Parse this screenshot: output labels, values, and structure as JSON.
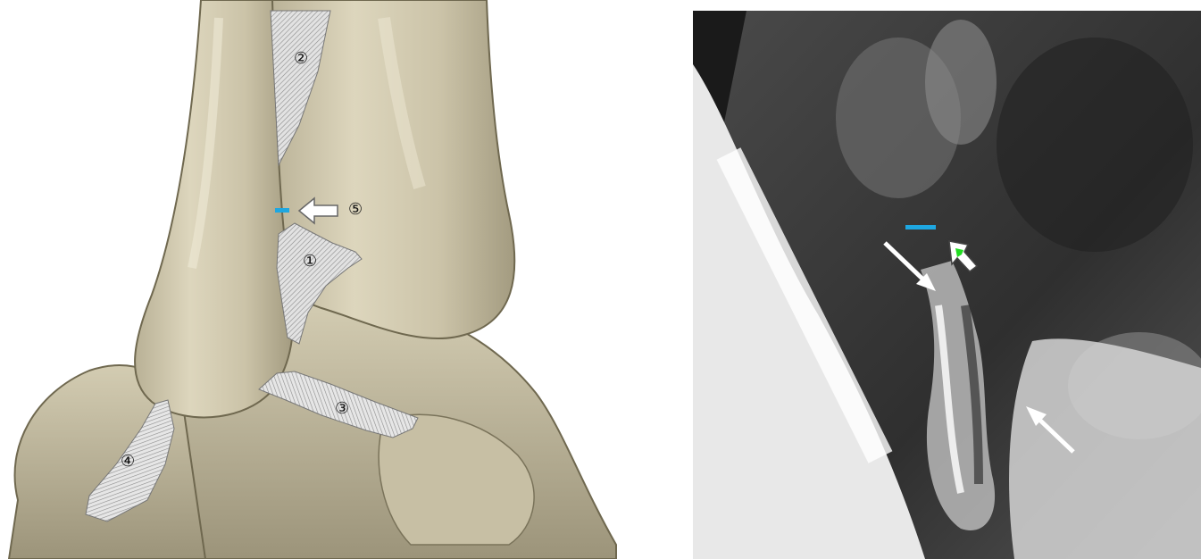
{
  "figure": {
    "left_panel": {
      "kind": "3D rendered ankle illustration with hatched ligament overlays",
      "labels": {
        "l1": "①",
        "l2": "②",
        "l3": "③",
        "l4": "④",
        "l5": "⑤"
      },
      "colors": {
        "bone": "#cfc7ad",
        "bone_shadow": "#8d856c",
        "hatch": "#9a9a9a",
        "marker": "#1ea7e1"
      }
    },
    "right_panel": {
      "kind": "grayscale radiological image with arrows",
      "colors": {
        "marker": "#1ea7e1",
        "arrow": "#ffffff",
        "arrow_green": "#22dd22"
      }
    }
  }
}
